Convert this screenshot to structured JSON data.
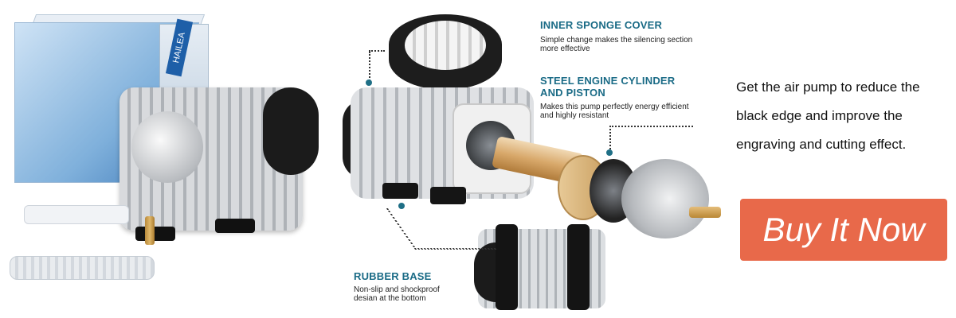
{
  "callouts": [
    {
      "title": "INNER SPONGE COVER",
      "desc": "Simple change makes the silencing section more effective"
    },
    {
      "title": "STEEL ENGINE CYLINDER AND PISTON",
      "desc": "Makes this pump perfectly energy efficient and highly resistant"
    },
    {
      "title": "RUBBER BASE",
      "desc": "Non-slip and shockproof desian at the bottom"
    }
  ],
  "info_text": "Get the air pump to reduce the black edge and improve the engraving and cutting effect.",
  "buy_button": {
    "label": "Buy It Now"
  },
  "box_brand": "HAILEA",
  "colors": {
    "accent": "#1a6b86",
    "button": "#e8694a"
  }
}
